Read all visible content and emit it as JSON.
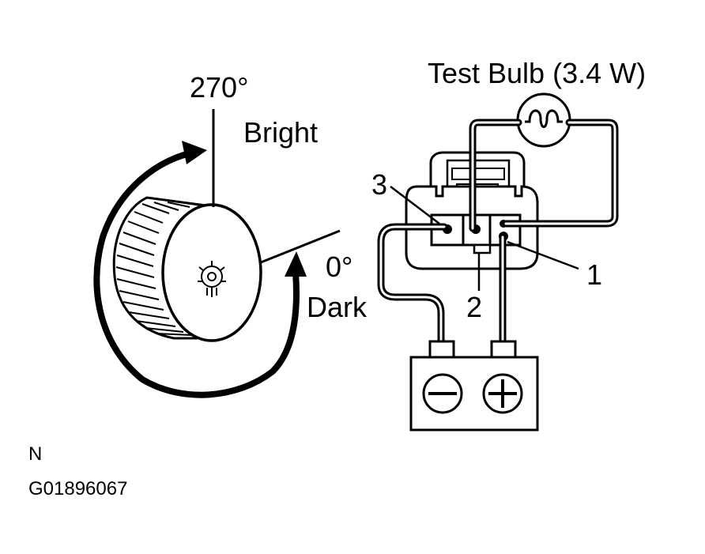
{
  "labels": {
    "angle_max": "270°",
    "bright": "Bright",
    "angle_min": "0°",
    "dark": "Dark",
    "test_bulb": "Test Bulb (3.4 W)",
    "terminal_1": "1",
    "terminal_2": "2",
    "terminal_3": "3",
    "corner_letter": "N",
    "figure_code": "G01896067"
  },
  "icons": {
    "bulb": "bulb-filament-icon",
    "battery_negative": "minus-sign-icon",
    "battery_positive": "plus-sign-icon"
  }
}
